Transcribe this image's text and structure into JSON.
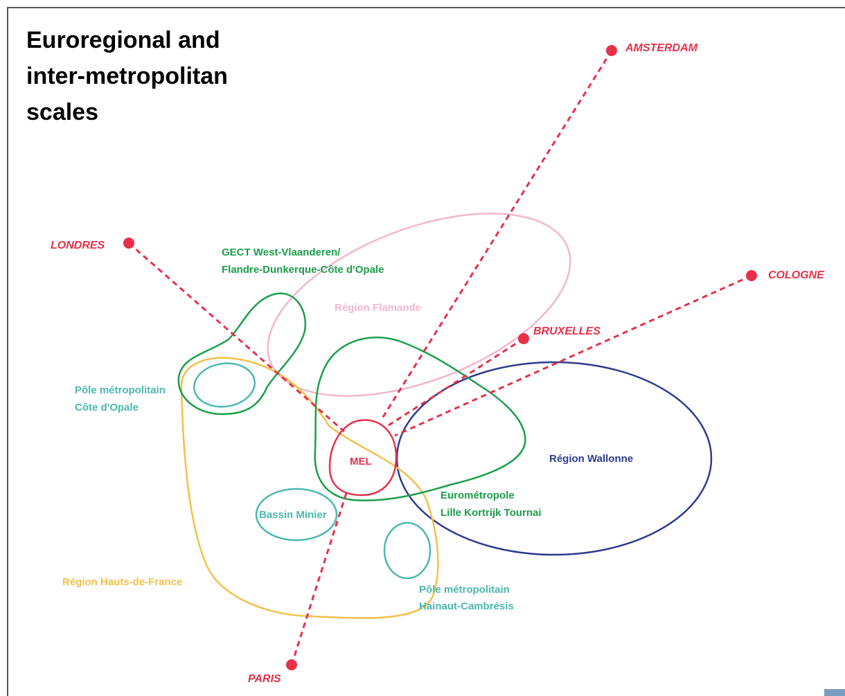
{
  "title": {
    "line1": "Euroregional and",
    "line2": "inter-metropolitan",
    "line3": "scales"
  },
  "colors": {
    "cities": "#e8304a",
    "mel": "#e8304a",
    "gect": "#1a9e4a",
    "eurometropole": "#1a9e4a",
    "flamande": "#f2b6cf",
    "wallonne": "#2e3b8c",
    "hauts_de_france": "#f2c04a",
    "poles": "#4ab8b0"
  },
  "cities": {
    "amsterdam": "AMSTERDAM",
    "londres": "LONDRES",
    "cologne": "COLOGNE",
    "bruxelles": "BRUXELLES",
    "paris": "PARIS"
  },
  "regions": {
    "gect_line1": "GECT West-Vlaanderen/",
    "gect_line2": "Flandre-Dunkerque-Côte d'Opale",
    "flamande": "Région Flamande",
    "wallonne": "Région Wallonne",
    "mel": "MEL",
    "euro_line1": "Eurométropole",
    "euro_line2": "Lille Kortrijk Tournai",
    "bassin": "Bassin Minier",
    "cote_line1": "Pôle métropolitain",
    "cote_line2": "Côte d'Opale",
    "hdf": "Région Hauts-de-France",
    "hainaut_line1": "Pôle métropolitain",
    "hainaut_line2": "Hainaut-Cambrésis"
  }
}
